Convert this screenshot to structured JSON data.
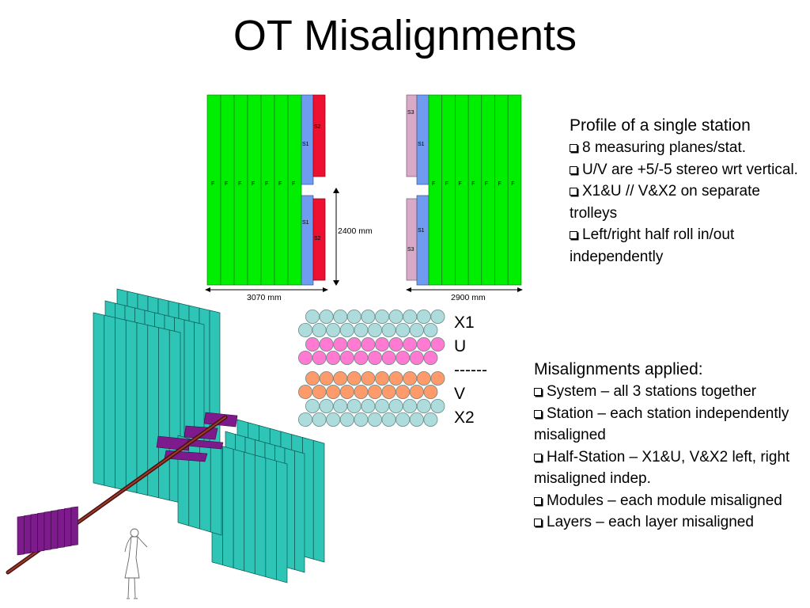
{
  "slide": {
    "title": "OT Misalignments"
  },
  "station_profile": {
    "left_label": "3070 mm",
    "right_label": "2900 mm",
    "height_label": "2400 mm",
    "left_module_labels": [
      "F",
      "F",
      "F",
      "F",
      "F",
      "F",
      "F"
    ],
    "left_inner_top": [
      "S1",
      "S2"
    ],
    "left_inner_bottom": [
      "S1",
      "S2"
    ],
    "right_inner_top": [
      "S3",
      "S1"
    ],
    "right_inner_bottom": [
      "S1",
      "S3"
    ],
    "right_module_labels": [
      "F",
      "F",
      "F",
      "F",
      "F",
      "F",
      "F"
    ],
    "colors": {
      "F": "#00ee00",
      "S1": "#6f9cf0",
      "S2": "#ee1030",
      "S3": "#d8aac8"
    }
  },
  "layer_labels": {
    "x1": "X1",
    "u": "U",
    "separator": "------",
    "v": "V",
    "x2": "X2",
    "colors": {
      "stereo_x": "#aedcdc",
      "u": "#ff7ad0",
      "v": "#ff9a6a"
    }
  },
  "profile_text": {
    "heading": "Profile of a single station",
    "items": [
      "8 measuring planes/stat.",
      "U/V are +5/-5 stereo wrt vertical.",
      "X1&U // V&X2 on separate trolleys",
      "Left/right half roll in/out independently"
    ]
  },
  "misalignments": {
    "heading": "Misalignments applied:",
    "items": [
      "System – all 3 stations together",
      "Station – each station independently misaligned",
      "Half-Station – X1&U, V&X2 left, right misaligned indep.",
      "Modules – each module misaligned",
      "Layers – each layer misaligned"
    ]
  },
  "detector_3d": {
    "colors": {
      "planes": "#2ec4b6",
      "beampipe": "#6b1f1f",
      "magnet": "#7d1a8c"
    }
  }
}
